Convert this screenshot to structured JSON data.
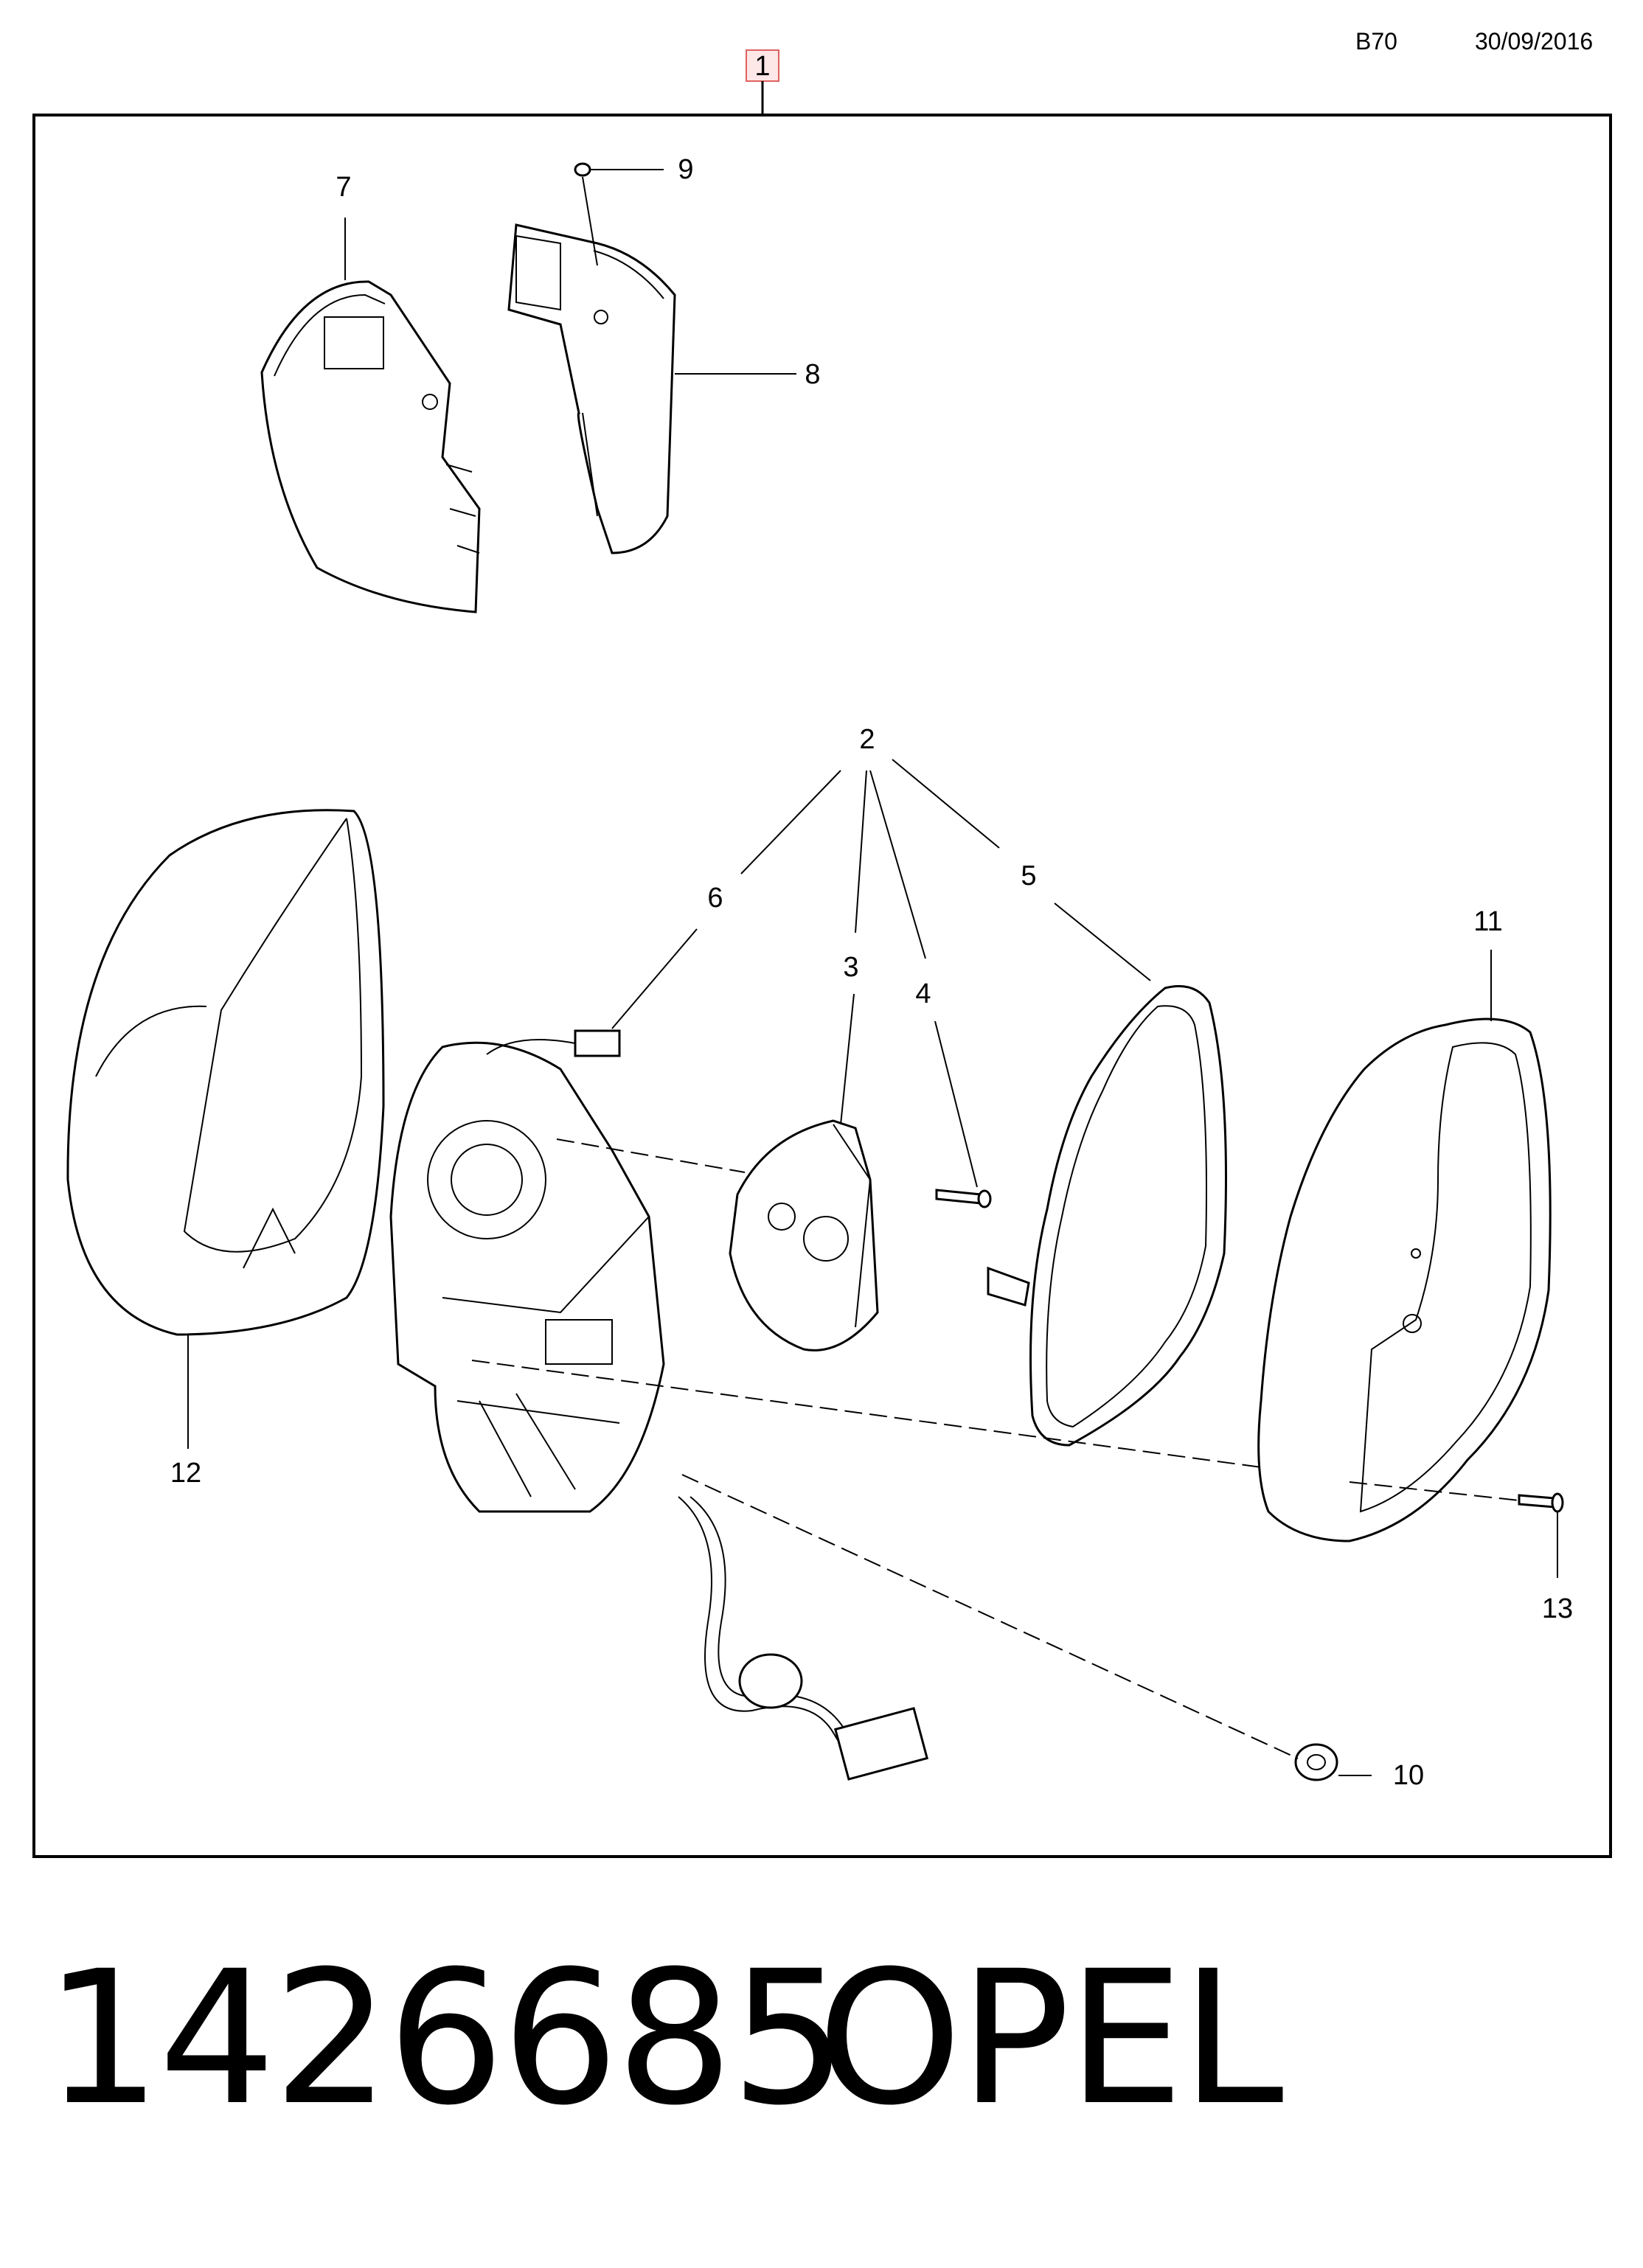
{
  "header": {
    "code": "B70",
    "date": "30/09/2016"
  },
  "diagram": {
    "assembly_callout": "1",
    "callouts": {
      "c2": "2",
      "c3": "3",
      "c4": "4",
      "c5": "5",
      "c6": "6",
      "c7": "7",
      "c8": "8",
      "c9": "9",
      "c10": "10",
      "c11": "11",
      "c12": "12",
      "c13": "13"
    },
    "colors": {
      "assembly_marker": "#e06060"
    }
  },
  "footer": {
    "part_number": "1426685",
    "brand": "OPEL"
  }
}
